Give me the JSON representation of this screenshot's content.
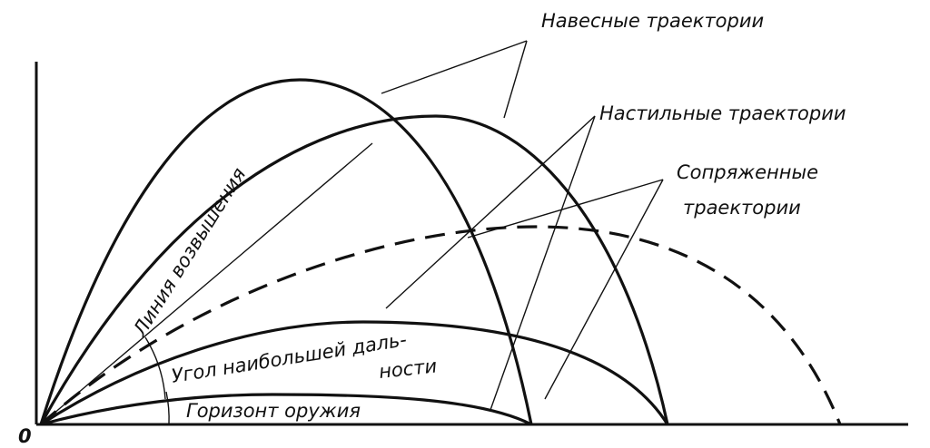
{
  "labels": {
    "high_angle": "Навесные траектории",
    "flat": "Настильные траектории",
    "conjugate_line1": "Сопряженные",
    "conjugate_line2": "траектории",
    "elevation_line": "Линия возвышения",
    "max_range_angle_line1": "Угол наибольшей даль-",
    "max_range_angle_line2": "ности",
    "weapon_horizon": "Горизонт оружия",
    "origin": "0"
  }
}
